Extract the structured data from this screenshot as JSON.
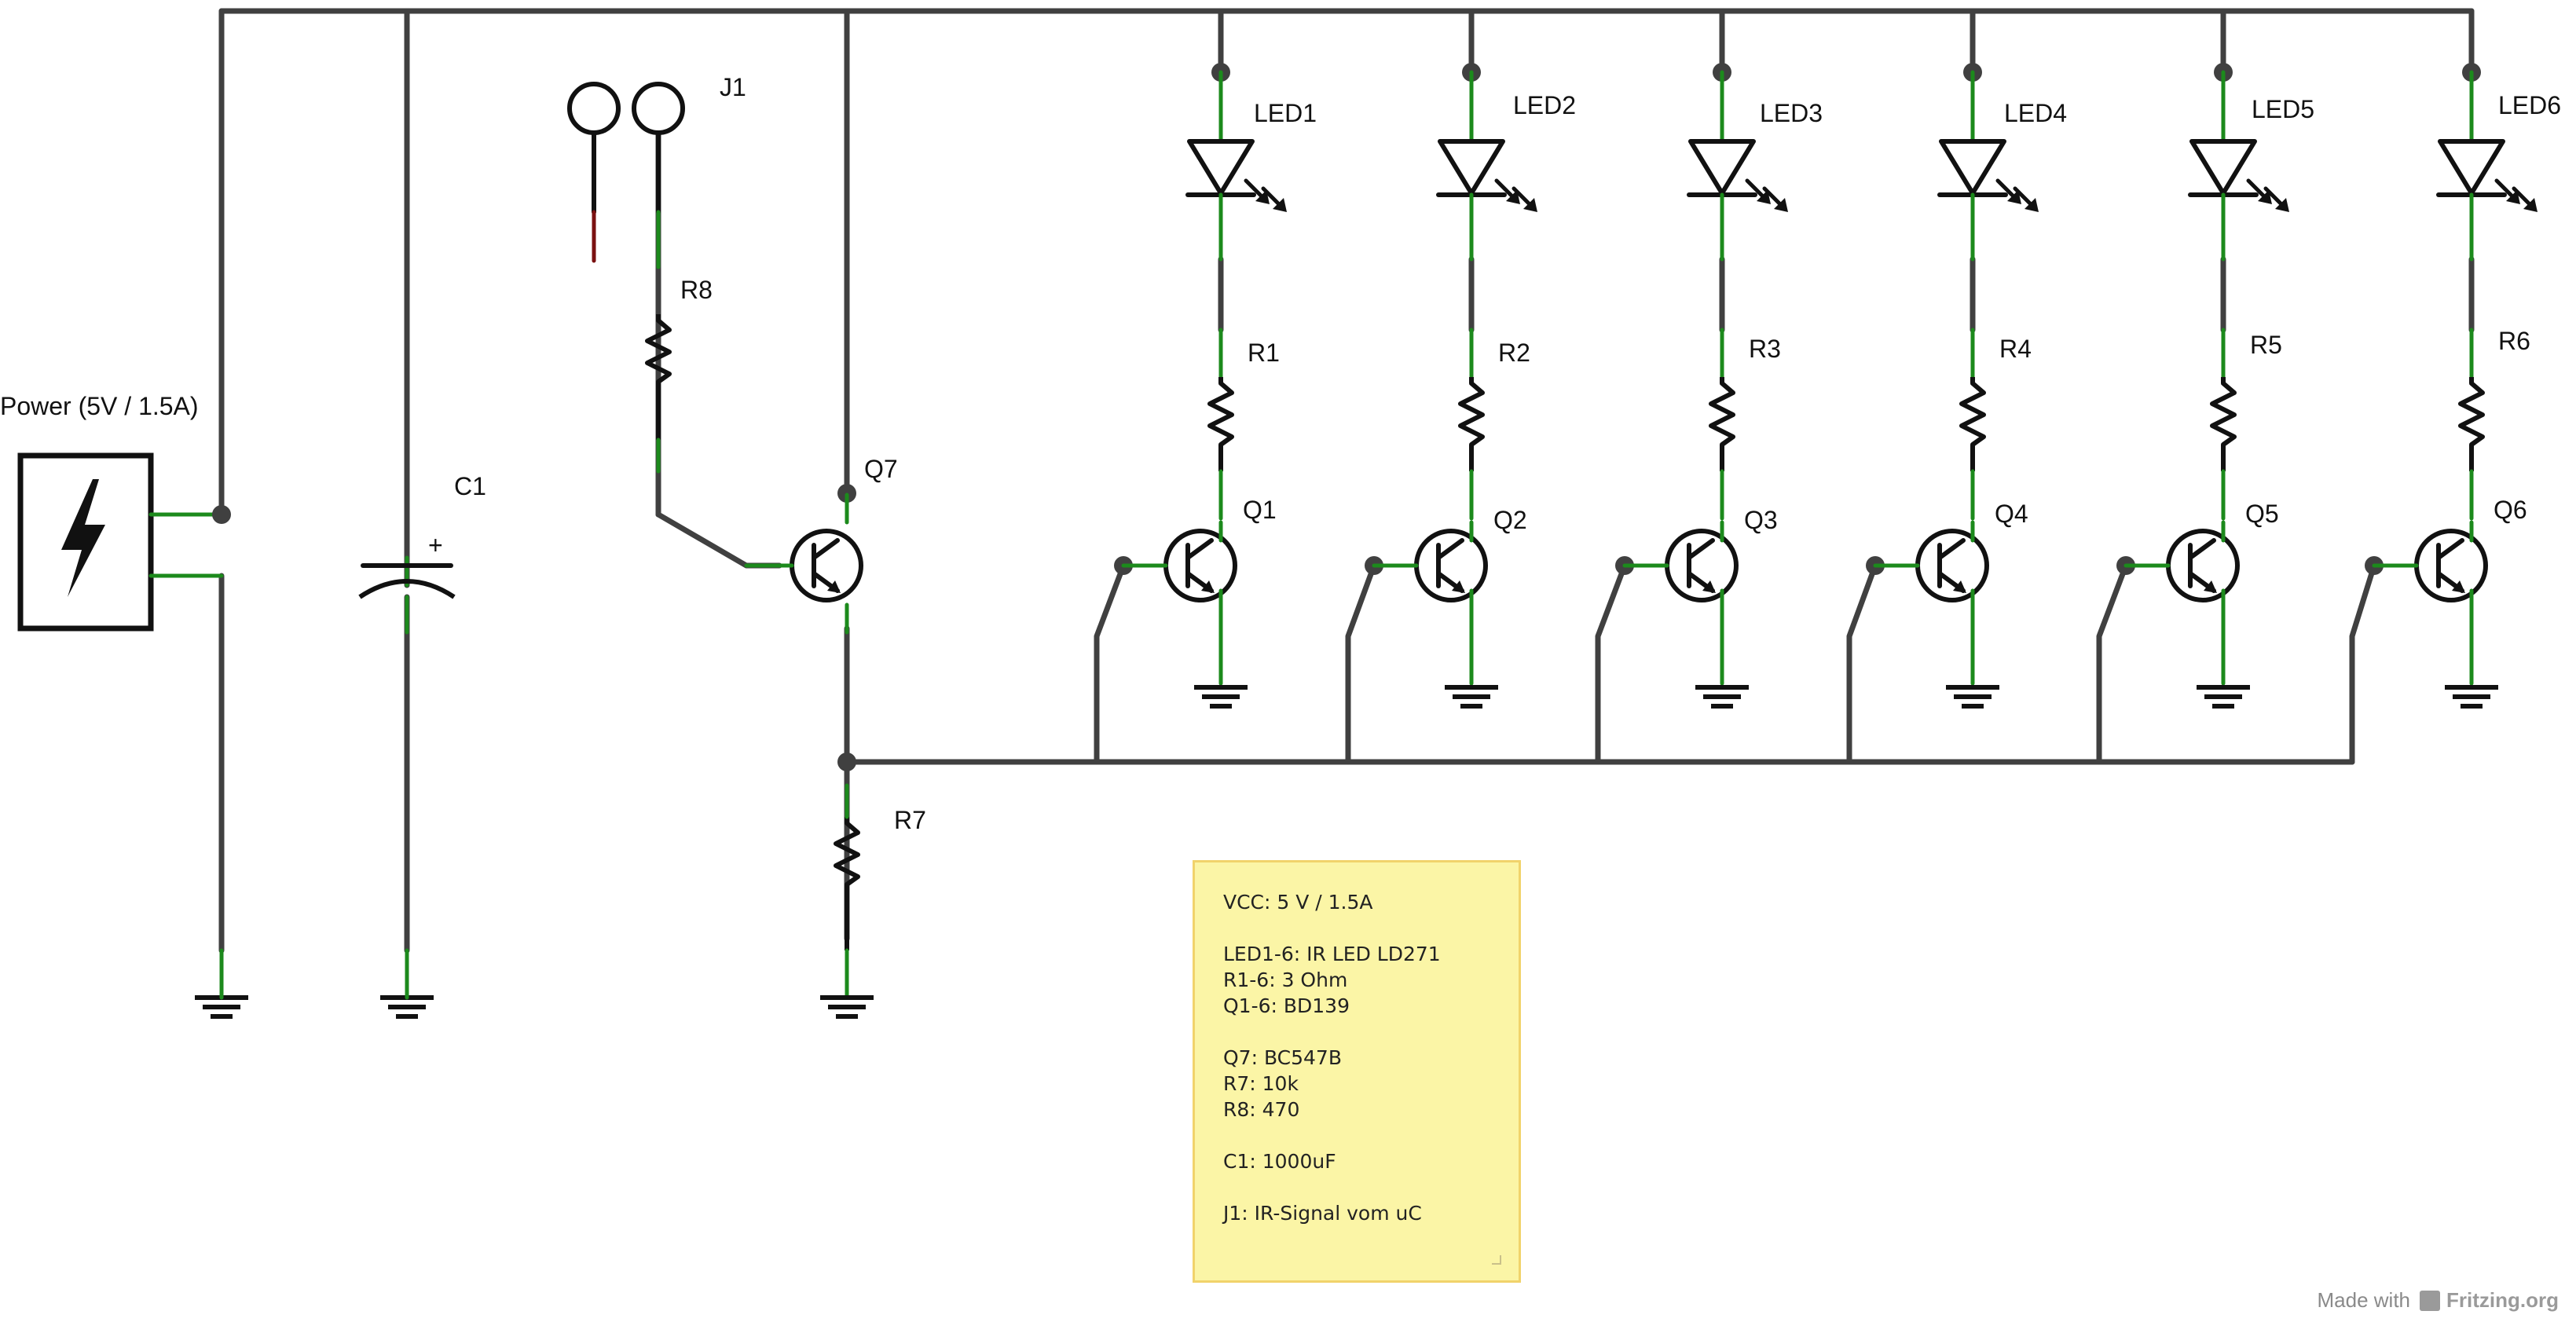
{
  "labels": {
    "power": "Power (5V / 1.5A)",
    "c1": "C1",
    "c1_polarity": "+",
    "j1": "J1",
    "r8": "R8",
    "q7": "Q7",
    "r7": "R7",
    "channels": [
      {
        "led": "LED1",
        "r": "R1",
        "q": "Q1"
      },
      {
        "led": "LED2",
        "r": "R2",
        "q": "Q2"
      },
      {
        "led": "LED3",
        "r": "R3",
        "q": "Q3"
      },
      {
        "led": "LED4",
        "r": "R4",
        "q": "Q4"
      },
      {
        "led": "LED5",
        "r": "R5",
        "q": "Q5"
      },
      {
        "led": "LED6",
        "r": "R6",
        "q": "Q6"
      }
    ]
  },
  "note": {
    "lines": [
      "VCC: 5 V / 1.5A",
      "",
      "LED1-6: IR LED LD271",
      "R1-6: 3 Ohm",
      "Q1-6: BD139",
      "",
      "Q7: BC547B",
      "R7: 10k",
      "R8: 470",
      "",
      "C1: 1000uF",
      "",
      "J1: IR-Signal vom uC"
    ]
  },
  "credit": {
    "made_with": "Made with",
    "brand": "Fritzing.org"
  },
  "colors": {
    "wire": "#404040",
    "symbol": "#111111",
    "pin": "#1c8a1c",
    "lead": "#7a1010",
    "note_bg": "#fbf5a6",
    "note_border": "#f1d36b"
  }
}
